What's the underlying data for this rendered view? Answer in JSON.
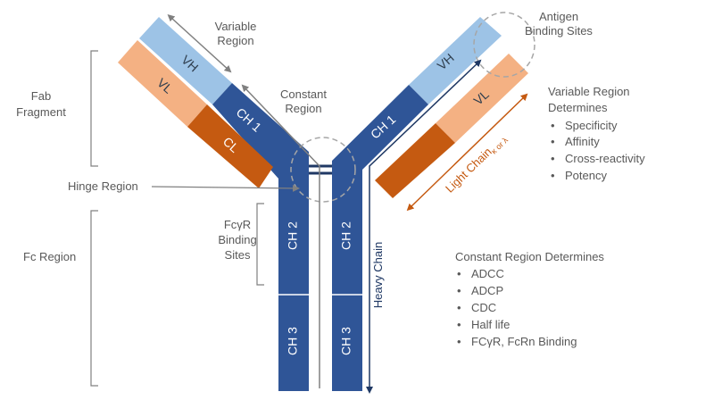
{
  "colors": {
    "heavy_dark": "#2f5597",
    "variable_light": "#9dc3e6",
    "light_peach": "#f4b183",
    "light_orange": "#c55a11",
    "label_gray": "#595959",
    "bracket_gray": "#808080",
    "heavy_arrow": "#1f3864"
  },
  "segments": {
    "vh_left": "VH",
    "ch1_left": "CH 1",
    "vl_left": "VL",
    "cl_left": "CL",
    "vh_right": "VH",
    "ch1_right": "CH 1",
    "vl_right": "VL",
    "ch2_left": "CH 2",
    "ch3_left": "CH 3",
    "ch2_right": "CH 2",
    "ch3_right": "CH 3"
  },
  "labels": {
    "variable_region": [
      "Variable",
      "Region"
    ],
    "constant_region": [
      "Constant",
      "Region"
    ],
    "antigen_binding_sites": [
      "Antigen",
      "Binding Sites"
    ],
    "fab_fragment": [
      "Fab",
      "Fragment"
    ],
    "hinge_region": "Hinge Region",
    "fc_region": "Fc Region",
    "fcgr_binding_sites": [
      "FcγR",
      "Binding",
      "Sites"
    ],
    "heavy_chain": "Heavy Chain",
    "light_chain": "Light Chain",
    "light_chain_sub": "κ or λ"
  },
  "variable_region_determines": {
    "heading": [
      "Variable Region",
      "Determines"
    ],
    "items": [
      "Specificity",
      "Affinity",
      "Cross-reactivity",
      "Potency"
    ]
  },
  "constant_region_determines": {
    "heading": "Constant Region Determines",
    "items": [
      "ADCC",
      "ADCP",
      "CDC",
      "Half life",
      "FCγR, FcRn Binding"
    ]
  },
  "bullet": "•"
}
